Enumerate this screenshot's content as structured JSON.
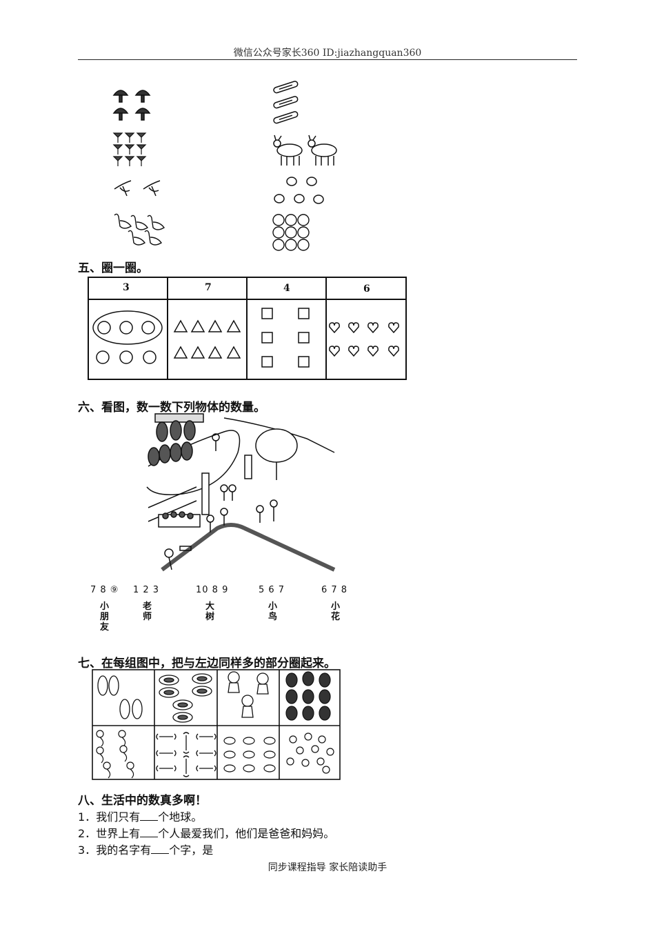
{
  "header": {
    "text": "微信公众号家长360 ID:jiazhangquan360"
  },
  "footer": {
    "text": "同步课程指导 家长陪读助手"
  },
  "section5": {
    "title": "五、圈一圈。",
    "numbers": [
      "3",
      "7",
      "4",
      "6"
    ]
  },
  "section6": {
    "title": "六、看图，数一数下列物体的数量。",
    "options": [
      "7 8 ⑨",
      "1 2 3",
      "10 8 9",
      "5 6 7",
      "6 7 8"
    ],
    "names": [
      "小朋友",
      "老师",
      "大树",
      "小鸟",
      "小花"
    ]
  },
  "section7": {
    "title": "七、在每组图中，把与左边同样多的部分圈起来。"
  },
  "section8": {
    "title": "八、生活中的数真多啊！",
    "items": [
      {
        "num": "1．",
        "pre": "我们只有",
        "post": "个地球。"
      },
      {
        "num": "2．",
        "pre": "世界上有",
        "post": "个人最爱我们，他们是爸爸和妈妈。"
      },
      {
        "num": "3．",
        "pre": "我的名字有",
        "post": "个字，是"
      }
    ]
  }
}
